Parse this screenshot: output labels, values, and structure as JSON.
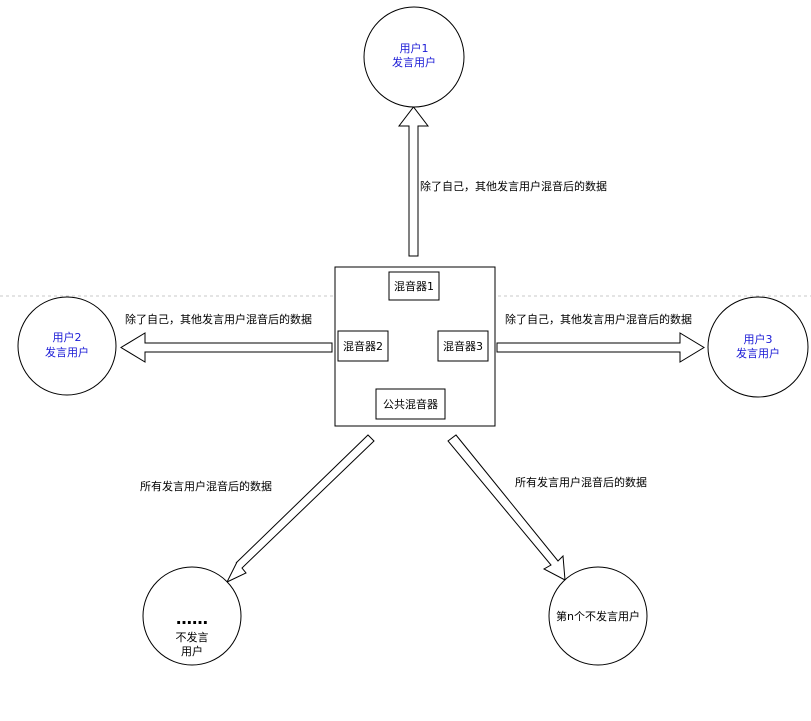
{
  "colors": {
    "stroke": "#000000",
    "user_text": "#1a1ad6",
    "guide_line": "#c8c8c8"
  },
  "nodes": {
    "user1": {
      "line1": "用户1",
      "line2": "发言用户"
    },
    "user2": {
      "line1": "用户2",
      "line2": "发言用户"
    },
    "user3": {
      "line1": "用户3",
      "line2": "发言用户"
    },
    "listener_dots": {
      "dots": "……",
      "line1": "不发言",
      "line2": "用户"
    },
    "listener_n": {
      "label": "第n个不发言用户"
    }
  },
  "mixers": {
    "mixer1": "混音器1",
    "mixer2": "混音器2",
    "mixer3": "混音器3",
    "public": "公共混音器"
  },
  "edges": {
    "to_user1": "除了自己，其他发言用户混音后的数据",
    "to_user2": "除了自己，其他发言用户混音后的数据",
    "to_user3": "除了自己，其他发言用户混音后的数据",
    "to_listener_dots": "所有发言用户混音后的数据",
    "to_listener_n": "所有发言用户混音后的数据"
  }
}
